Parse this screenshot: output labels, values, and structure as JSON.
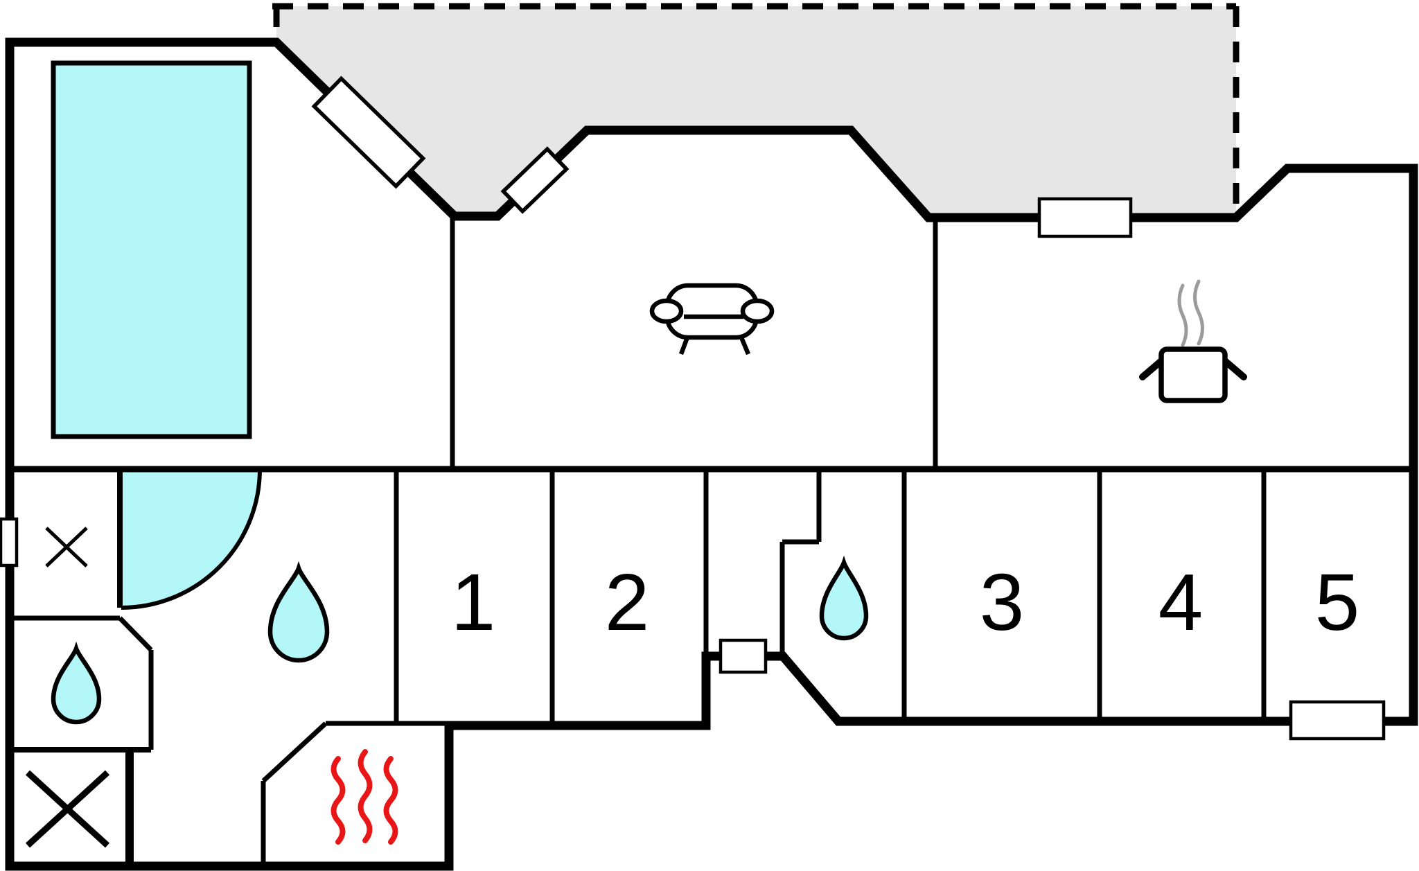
{
  "plan": {
    "bedrooms": [
      {
        "label": "1"
      },
      {
        "label": "2"
      },
      {
        "label": "3"
      },
      {
        "label": "4"
      },
      {
        "label": "5"
      }
    ],
    "colors": {
      "water": "#b3f7f9",
      "terrace": "#e6e6e6",
      "heat_red": "#e81616",
      "steam_gray": "#9b9b9b",
      "wall": "#000000",
      "background": "#ffffff"
    },
    "icons": [
      "swimming-pool",
      "terrace",
      "sofa",
      "cooking-pot",
      "steam",
      "water-drop",
      "door-swing",
      "sauna-heat",
      "x-mark",
      "window",
      "door"
    ]
  }
}
